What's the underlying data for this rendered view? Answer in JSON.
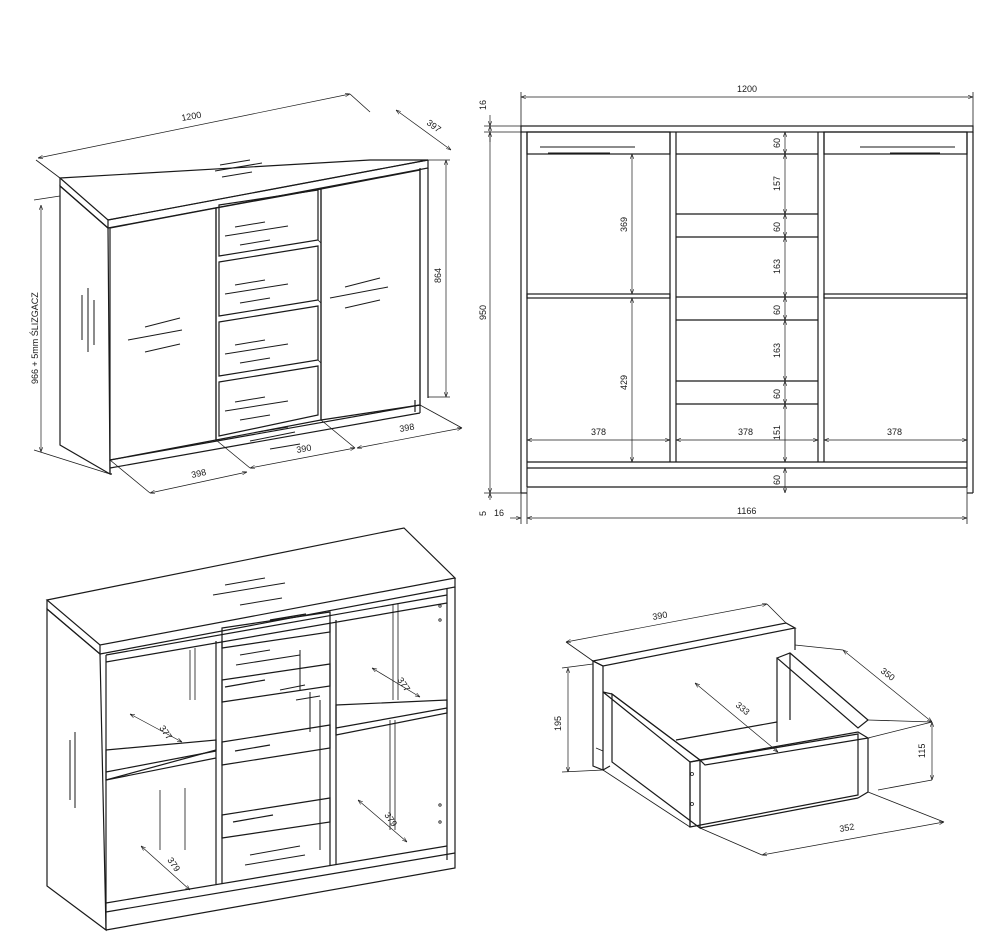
{
  "views": {
    "closed_iso": {
      "width": "1200",
      "depth": "397",
      "height_body": "864",
      "height_total": "966 + 5mm ŚLIZGACZ",
      "bottom_left": "398",
      "bottom_center": "390",
      "bottom_right": "398"
    },
    "front": {
      "width_total": "1200",
      "top_thickness": "16",
      "height_total": "950",
      "foot": "5",
      "side": "16",
      "inner_width": "1166",
      "left_upper": "369",
      "left_lower": "429",
      "left_width": "378",
      "center_width": "378",
      "right_width": "378",
      "mid_gap_1": "60",
      "mid_space_1": "157",
      "mid_gap_2": "60",
      "mid_space_2": "163",
      "mid_gap_3": "60",
      "mid_space_3": "163",
      "mid_gap_4": "60",
      "mid_space_4": "151",
      "bottom_gap": "60"
    },
    "open_iso": {
      "shelf_ul": "377",
      "shelf_ur": "377",
      "shelf_ll": "379",
      "shelf_lr": "379"
    },
    "drawer": {
      "front_width": "390",
      "depth": "350",
      "front_height": "195",
      "box_height": "115",
      "inner_diag": "333",
      "box_width": "352"
    }
  }
}
